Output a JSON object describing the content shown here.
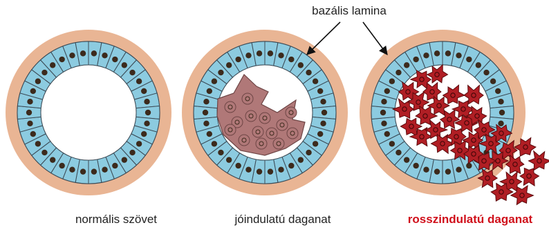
{
  "labels": {
    "basal_lamina": "bazális lamina",
    "normal": "normális szövet",
    "benign": "jóindulatú daganat",
    "malignant": "rosszindulatú daganat"
  },
  "colors": {
    "basal_lamina": "#e9b594",
    "epithelial_cell": "#8ccbe0",
    "cell_outline": "#3b4a55",
    "nucleus": "#3c2a1c",
    "benign_mass": "#b07878",
    "benign_cell_outline": "#6e4545",
    "malignant_cell": "#b01e24",
    "malignant_cell_outline": "#5a0a0c",
    "text": "#222222",
    "malignant_text": "#d0101b"
  },
  "structures": [
    {
      "name": "normal-tissue",
      "tumor": "none"
    },
    {
      "name": "benign-tumor",
      "tumor": "benign"
    },
    {
      "name": "malignant-tumor",
      "tumor": "malignant"
    }
  ]
}
